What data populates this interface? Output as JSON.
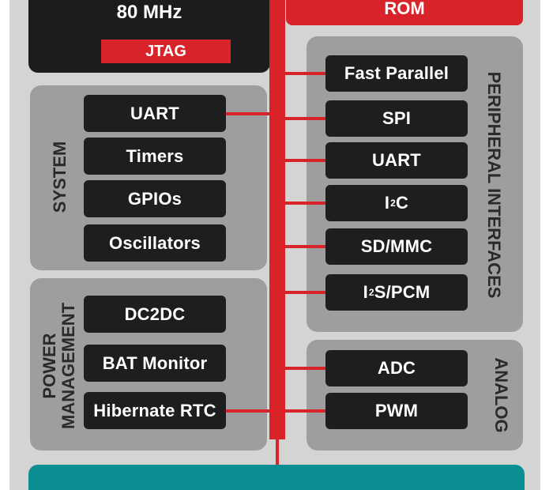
{
  "cpu": {
    "speed": "80 MHz",
    "jtag": "JTAG"
  },
  "rom": {
    "label": "ROM"
  },
  "system": {
    "title": "SYSTEM",
    "items": [
      "UART",
      "Timers",
      "GPIOs",
      "Oscillators"
    ]
  },
  "power": {
    "title_line1": "POWER",
    "title_line2": "MANAGEMENT",
    "items": [
      "DC2DC",
      "BAT Monitor",
      "Hibernate RTC"
    ]
  },
  "peripheral": {
    "title": "PERIPHERAL INTERFACES",
    "fast_parallel": "Fast Parallel",
    "spi": "SPI",
    "uart": "UART",
    "i2c_pre": "I",
    "i2c_sup": "2",
    "i2c_post": "C",
    "sdmmc": "SD/MMC",
    "i2s_pre": "I",
    "i2s_sup": "2",
    "i2s_post": "S/PCM"
  },
  "analog": {
    "title": "ANALOG",
    "items": [
      "ADC",
      "PWM"
    ]
  },
  "colors": {
    "bus_red": "#d8232a",
    "block_dark": "#1e1e1e",
    "group_gray": "#9e9e9e",
    "teal": "#0b8e92"
  }
}
